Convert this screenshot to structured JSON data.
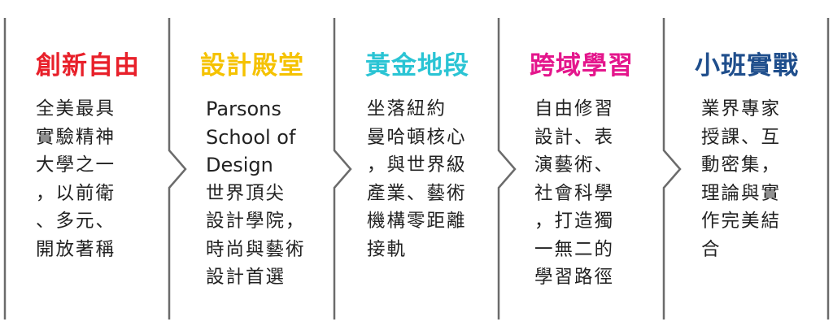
{
  "columns": [
    {
      "title": "創新自由",
      "title_color": "#e8202a",
      "lines": [
        "全美最具",
        "實驗精神",
        "大學之一",
        "，以前衛",
        "、多元、",
        "開放著稱"
      ]
    },
    {
      "title": "設計殿堂",
      "title_color": "#f5c200",
      "lines": [
        "Parsons",
        "School of",
        "Design",
        "世界頂尖",
        "設計學院，",
        "時尚與藝術",
        "設計首選"
      ]
    },
    {
      "title": "黃金地段",
      "title_color": "#2ac4d4",
      "lines": [
        "坐落紐約",
        "曼哈頓核心",
        "，與世界級",
        "產業、藝術",
        "機構零距離",
        "接軌"
      ]
    },
    {
      "title": "跨域學習",
      "title_color": "#e4168c",
      "lines": [
        "自由修習",
        "設計、表",
        "演藝術、",
        "社會科學",
        "，打造獨",
        "一無二的",
        "學習路徑"
      ]
    },
    {
      "title": "小班實戰",
      "title_color": "#1f4e8c",
      "lines": [
        "業界專家",
        "授課、互",
        "動密集，",
        "理論與實",
        "作完美結",
        "合"
      ]
    }
  ]
}
